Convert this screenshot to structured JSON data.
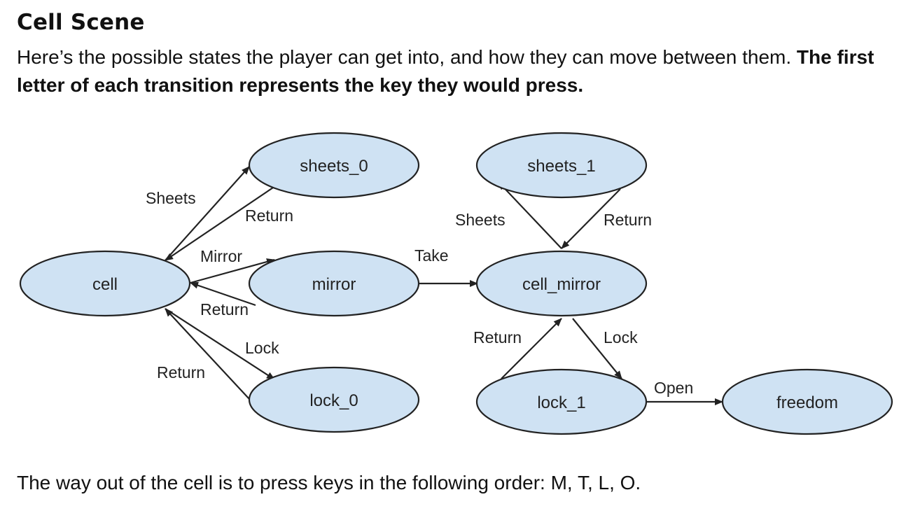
{
  "title": "Cell Scene",
  "intro": {
    "text": "Here’s the possible states the player can get into, and how they can move between them. ",
    "bold": "The first letter of each transition represents the key they would press."
  },
  "footer": "The way out of the cell is to press keys in the following order: M, T, L, O.",
  "diagram": {
    "nodes": {
      "cell": "cell",
      "sheets_0": "sheets_0",
      "mirror": "mirror",
      "lock_0": "lock_0",
      "sheets_1": "sheets_1",
      "cell_mirror": "cell_mirror",
      "lock_1": "lock_1",
      "freedom": "freedom"
    },
    "edge_labels": {
      "cell_to_sheets_0": "Sheets",
      "sheets_0_to_cell": "Return",
      "cell_to_mirror": "Mirror",
      "mirror_to_cell": "Return",
      "cell_to_lock_0": "Lock",
      "lock_0_to_cell": "Return",
      "mirror_to_cell_mirror": "Take",
      "cell_mirror_to_sheets_1": "Sheets",
      "sheets_1_to_cell_mirror": "Return",
      "cell_mirror_to_lock_1": "Lock",
      "lock_1_to_cell_mirror": "Return",
      "lock_1_to_freedom": "Open"
    },
    "colors": {
      "node_fill": "#cfe2f3",
      "stroke": "#222222"
    }
  }
}
